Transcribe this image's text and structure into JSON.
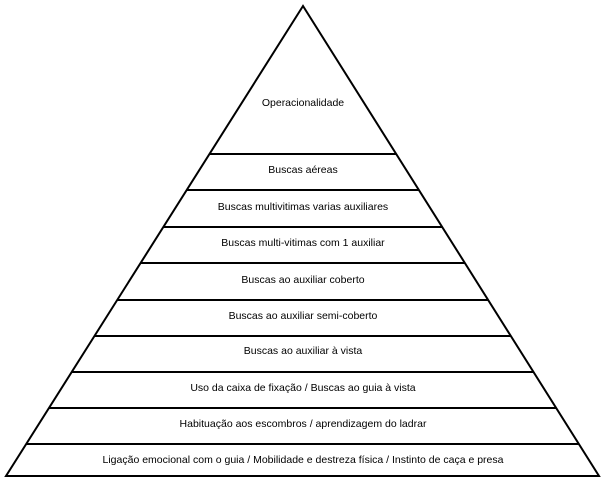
{
  "diagram": {
    "apex_label": "Operacionalidade",
    "tiers": [
      "Buscas aéreas",
      "Buscas multivitimas varias auxiliares",
      "Buscas multi-vitimas com 1 auxiliar",
      "Buscas ao auxiliar coberto",
      "Buscas ao auxiliar semi-coberto",
      "Buscas ao auxiliar à vista",
      "Uso da caixa de fixação / Buscas ao guia à vista",
      "Habituação aos escombros / aprendizagem do ladrar",
      "Ligação emocional com o guia / Mobilidade e destreza física / Instinto de caça e presa"
    ],
    "colors": {
      "stroke": "#000000",
      "background": "#ffffff",
      "text": "#000000"
    }
  }
}
